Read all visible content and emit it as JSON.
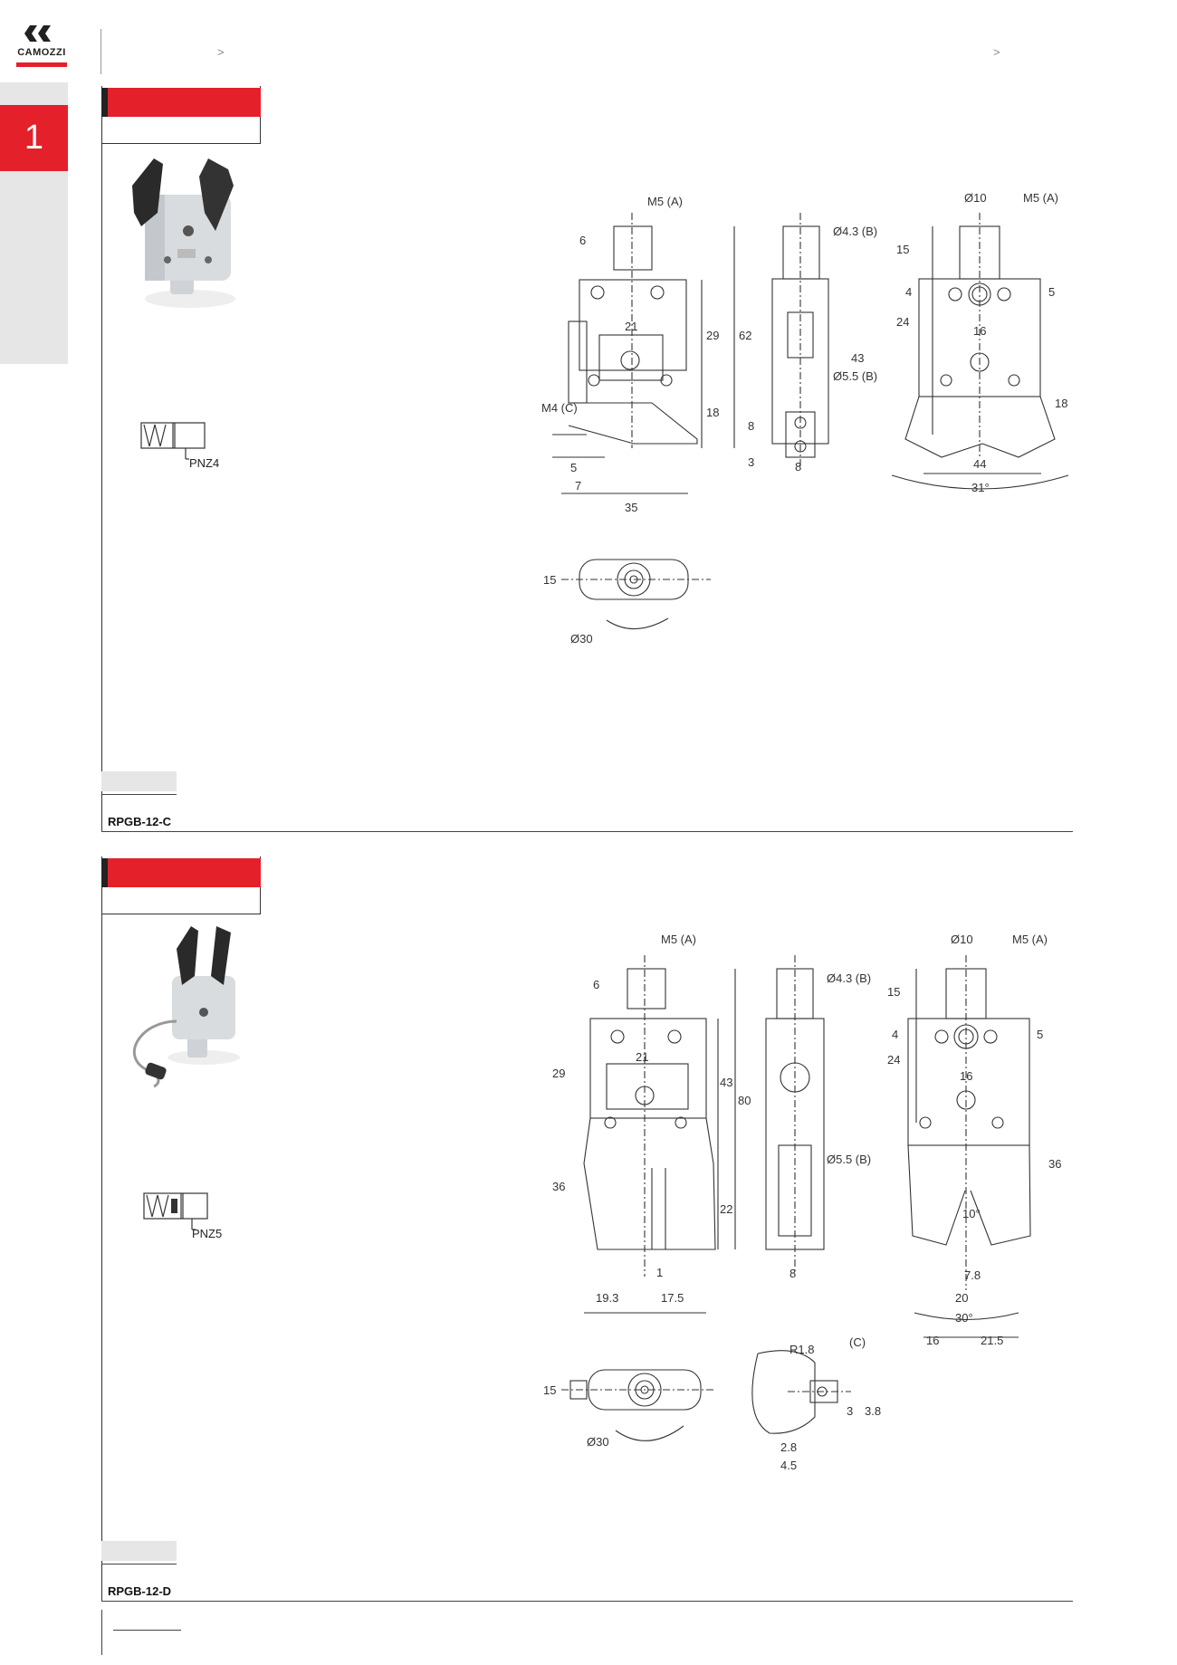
{
  "header": {
    "logo_text": "CAMOZZI",
    "breadcrumb_sep_1": ">",
    "breadcrumb_sep_2": ">"
  },
  "sidebar": {
    "chapter_number": "1"
  },
  "sections": [
    {
      "code": "RPGB-12-C",
      "symbol_label": "PNZ4",
      "dims_front": [
        "M5 (A)",
        "6",
        "21",
        "29",
        "62",
        "18",
        "M4 (C)",
        "5",
        "7",
        "35"
      ],
      "dims_side": [
        "Ø4.3 (B)",
        "43",
        "Ø5.5 (B)",
        "8",
        "3",
        "8"
      ],
      "dims_right": [
        "Ø10",
        "M5 (A)",
        "15",
        "4",
        "5",
        "24",
        "16",
        "18",
        "44",
        "31°"
      ],
      "dims_top": [
        "15",
        "Ø30"
      ]
    },
    {
      "code": "RPGB-12-D",
      "symbol_label": "PNZ5",
      "dims_front": [
        "M5 (A)",
        "6",
        "21",
        "29",
        "43",
        "80",
        "36",
        "22",
        "1",
        "19.3",
        "17.5"
      ],
      "dims_side": [
        "Ø4.3 (B)",
        "Ø5.5 (B)",
        "8"
      ],
      "dims_right": [
        "Ø10",
        "M5 (A)",
        "15",
        "4",
        "5",
        "24",
        "16",
        "36",
        "10°",
        "7.8",
        "20",
        "30°",
        "16",
        "21.5"
      ],
      "dims_top": [
        "15",
        "Ø30"
      ],
      "dims_detail": [
        "R1.8",
        "(C)",
        "3",
        "3.8",
        "2.8",
        "4.5"
      ]
    }
  ]
}
